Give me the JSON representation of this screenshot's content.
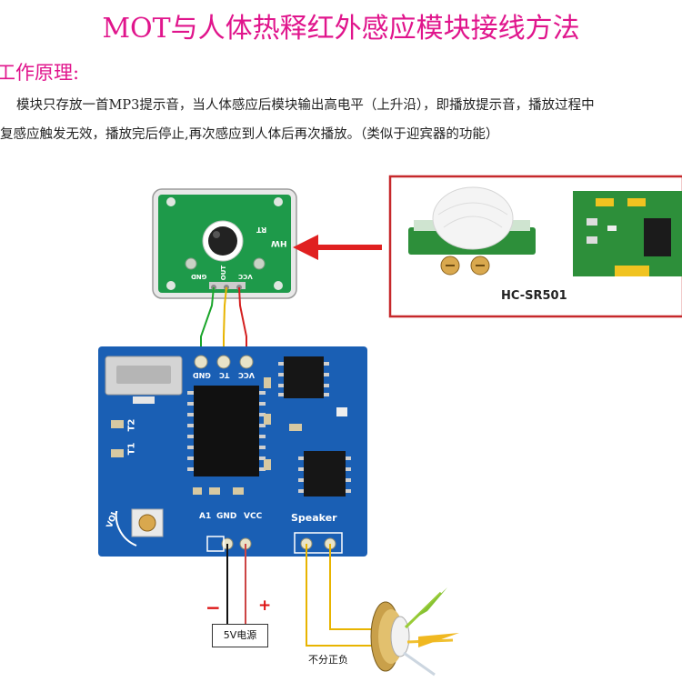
{
  "title": "MOT与人体热释红外感应模块接线方法",
  "section_heading": "工作原理:",
  "description": {
    "line1": "模块只存放一首MP3提示音，当人体感应后模块输出高电平（上升沿），即播放提示音，播放过程中",
    "line2": "复感应触发无效，播放完后停止,再次感应到人体后再次播放。（类似于迎宾器的功能）"
  },
  "photo_caption": "HC-SR501",
  "sensor_labels": {
    "gnd": "GND",
    "out": "OUT",
    "vcc": "VCC",
    "rt": "RT",
    "hw": "HW"
  },
  "board_labels": {
    "gnd": "GND",
    "tc": "TC",
    "vcc": "VCC",
    "t2": "T2",
    "t1": "T1",
    "vol": "VOL",
    "a1": "A1",
    "gnd2": "GND",
    "vcc2": "VCC",
    "speaker": "Speaker"
  },
  "power": {
    "label": "5V电源",
    "minus": "−",
    "plus": "+"
  },
  "polarity_note": "不分正负",
  "colors": {
    "title": "#e0158c",
    "wire_green": "#1aa52a",
    "wire_yellow": "#e8b400",
    "wire_red": "#d42020",
    "arrow": "#e02020",
    "board_blue": "#1a5fb4",
    "sensor_green": "#1e9a4a"
  }
}
